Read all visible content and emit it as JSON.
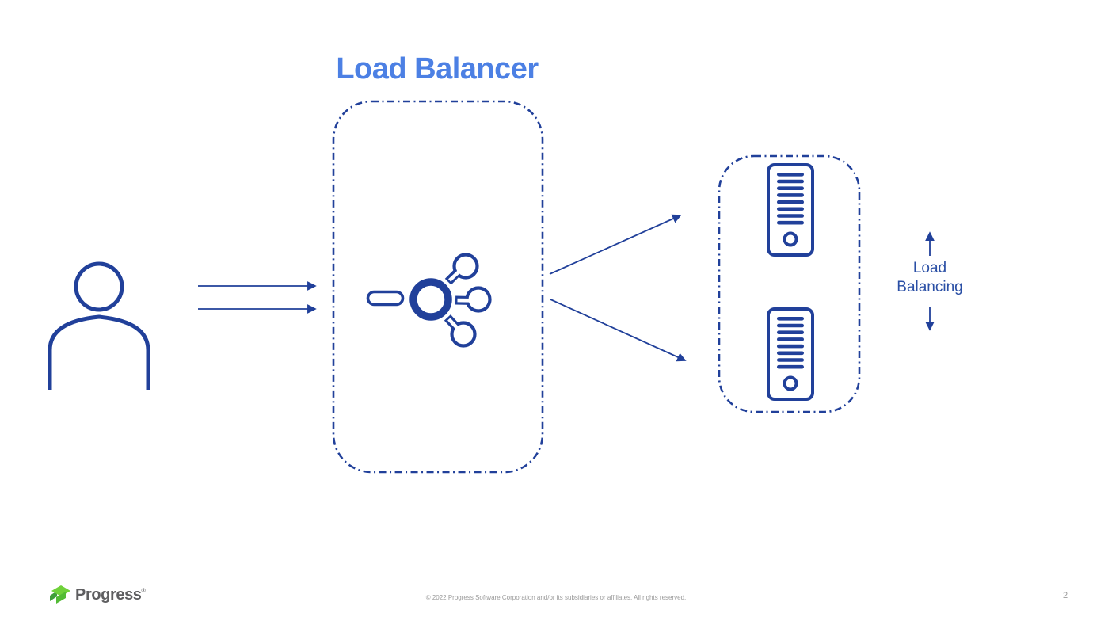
{
  "slide": {
    "title": "Load Balancer",
    "page_number": "2"
  },
  "colors": {
    "title_blue": "#4c80e4",
    "diagram_navy": "#21409a",
    "label_navy": "#2a4fa5",
    "logo_green_bright": "#6fd13a",
    "logo_green_mid": "#52bb35",
    "logo_green_dark": "#3f9e3a",
    "logo_text_gray": "#5e5e60",
    "footer_gray": "#9a9a9a",
    "background": "#ffffff"
  },
  "diagram": {
    "user_icon": "user-icon",
    "load_balancer_icon": "load-balancer-icon",
    "server_icons": [
      "server-icon-top",
      "server-icon-bottom"
    ],
    "label": {
      "line1": "Load",
      "line2": "Balancing"
    }
  },
  "footer": {
    "logo_text": "Progress",
    "logo_trademark": "®",
    "copyright": "© 2022 Progress Software Corporation and/or its subsidiaries or affiliates. All rights reserved."
  }
}
